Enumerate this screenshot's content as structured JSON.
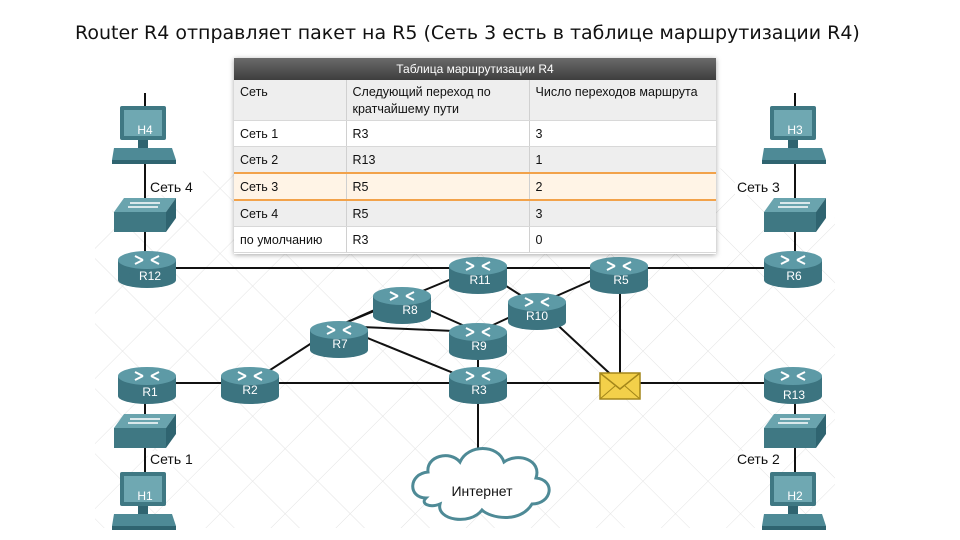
{
  "title": "Router R4 отправляет пакет на R5 (Сеть 3 есть в таблице маршрутизации R4)",
  "table": {
    "caption": "Таблица маршрутизации R4",
    "headers": [
      "Сеть",
      "Следующий переход по кратчайшему пути",
      "Число переходов маршрута"
    ],
    "rows": [
      [
        "Сеть 1",
        "R3",
        "3"
      ],
      [
        "Сеть 2",
        "R13",
        "1"
      ],
      [
        "Сеть 3",
        "R5",
        "2"
      ],
      [
        "Сеть 4",
        "R5",
        "3"
      ],
      [
        "по умолчанию",
        "R3",
        "0"
      ]
    ],
    "highlight_row": 2,
    "highlight_color": "#f2a24a"
  },
  "hosts": {
    "h4": "H4",
    "h3": "H3",
    "h1": "H1",
    "h2": "H2"
  },
  "networks": {
    "n4": "Сеть 4",
    "n3": "Сеть 3",
    "n1": "Сеть 1",
    "n2": "Сеть 2"
  },
  "routers": {
    "r12": "R12",
    "r11": "R11",
    "r5": "R5",
    "r6": "R6",
    "r8": "R8",
    "r10": "R10",
    "r7": "R7",
    "r9": "R9",
    "r1": "R1",
    "r2": "R2",
    "r3": "R3",
    "r13": "R13"
  },
  "cloud": "Интернет",
  "colors": {
    "device": "#4e8a96",
    "envelope": "#f3d04a",
    "line": "#111111"
  },
  "icons": {
    "packet": "envelope-icon",
    "switch": "switch-icon",
    "router": "router-icon",
    "host": "computer-icon"
  }
}
